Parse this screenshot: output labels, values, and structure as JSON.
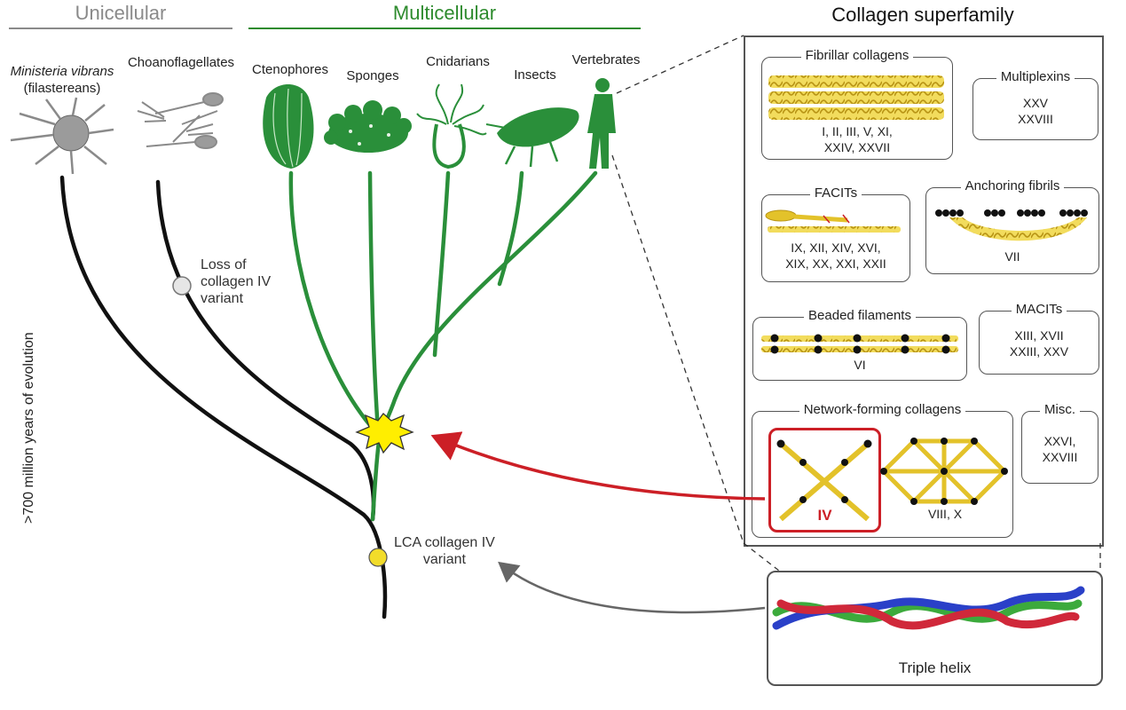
{
  "headers": {
    "unicellular": "Unicellular",
    "multicellular": "Multicellular",
    "collagen_superfamily": "Collagen superfamily"
  },
  "organisms": {
    "ministeria_name": "Ministeria vibrans",
    "ministeria_group": "(filastereans)",
    "choanoflagellates": "Choanoflagellates",
    "ctenophores": "Ctenophores",
    "sponges": "Sponges",
    "cnidarians": "Cnidarians",
    "insects": "Insects",
    "vertebrates": "Vertebrates"
  },
  "annotations": {
    "loss_line1": "Loss of",
    "loss_line2": "collagen IV",
    "loss_line3": "variant",
    "lca_line1": "LCA collagen IV",
    "lca_line2": "variant",
    "time_axis": ">700 million years of evolution"
  },
  "collagen_groups": {
    "fibrillar_title": "Fibrillar collagens",
    "fibrillar_line1": "I, II, III, V, XI,",
    "fibrillar_line2": "XXIV, XXVII",
    "multiplexins_title": "Multiplexins",
    "multiplexins_line1": "XXV",
    "multiplexins_line2": "XXVIII",
    "facits_title": "FACITs",
    "facits_line1": "IX, XII, XIV, XVI,",
    "facits_line2": "XIX, XX, XXI, XXII",
    "anchoring_title": "Anchoring fibrils",
    "anchoring_line1": "VII",
    "beaded_title": "Beaded filaments",
    "beaded_line1": "VI",
    "macits_title": "MACITs",
    "macits_line1": "XIII, XVII",
    "macits_line2": "XXIII, XXV",
    "network_title": "Network-forming collagens",
    "network_iv": "IV",
    "network_other": "VIII, X",
    "misc_title": "Misc.",
    "misc_line1": "XXVI,",
    "misc_line2": "XXVIII",
    "triple_helix": "Triple helix"
  },
  "colors": {
    "green": "#2a8f3a",
    "black": "#111111",
    "red": "#cc1f26",
    "gold": "#e3c22a",
    "yellow_star": "#ffee00",
    "gray_arrow": "#666666"
  }
}
